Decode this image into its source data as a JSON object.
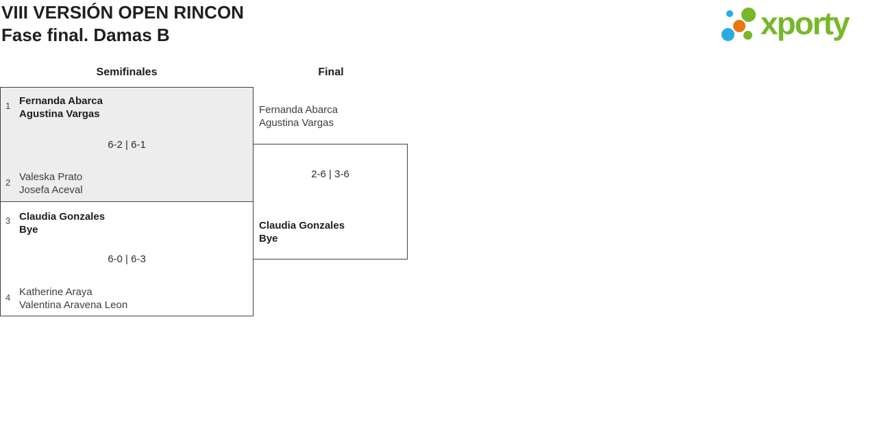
{
  "header": {
    "title_line1": "VIII VERSIÓN OPEN RINCON",
    "title_line2": "Fase final. Damas B"
  },
  "logo": {
    "brand": "xporty",
    "brand_color": "#76b82a",
    "dot_colors": {
      "blue": "#29abe2",
      "orange": "#e87711",
      "green": "#76b82a"
    }
  },
  "bracket": {
    "round_labels": [
      "Semifinales",
      "Final"
    ],
    "colors": {
      "highlight_box_background": "#ededed",
      "box_border": "#3f3f3f"
    },
    "semifinal_1": {
      "seed_top": "1",
      "team_top_line1": "Fernanda Abarca",
      "team_top_line2": "Agustina Vargas",
      "score": "6-2 | 6-1",
      "seed_bottom": "2",
      "team_bottom_line1": "Valeska Prato",
      "team_bottom_line2": "Josefa Aceval"
    },
    "semifinal_2": {
      "seed_top": "3",
      "team_top_line1": "Claudia Gonzales",
      "team_top_line2": "Bye",
      "score": "6-0 | 6-3",
      "seed_bottom": "4",
      "team_bottom_line1": "Katherine Araya",
      "team_bottom_line2": "Valentina Aravena Leon"
    },
    "final": {
      "team_top_line1": "Fernanda Abarca",
      "team_top_line2": "Agustina Vargas",
      "score": "2-6 | 3-6",
      "team_bottom_line1": "Claudia Gonzales",
      "team_bottom_line2": "Bye"
    }
  }
}
